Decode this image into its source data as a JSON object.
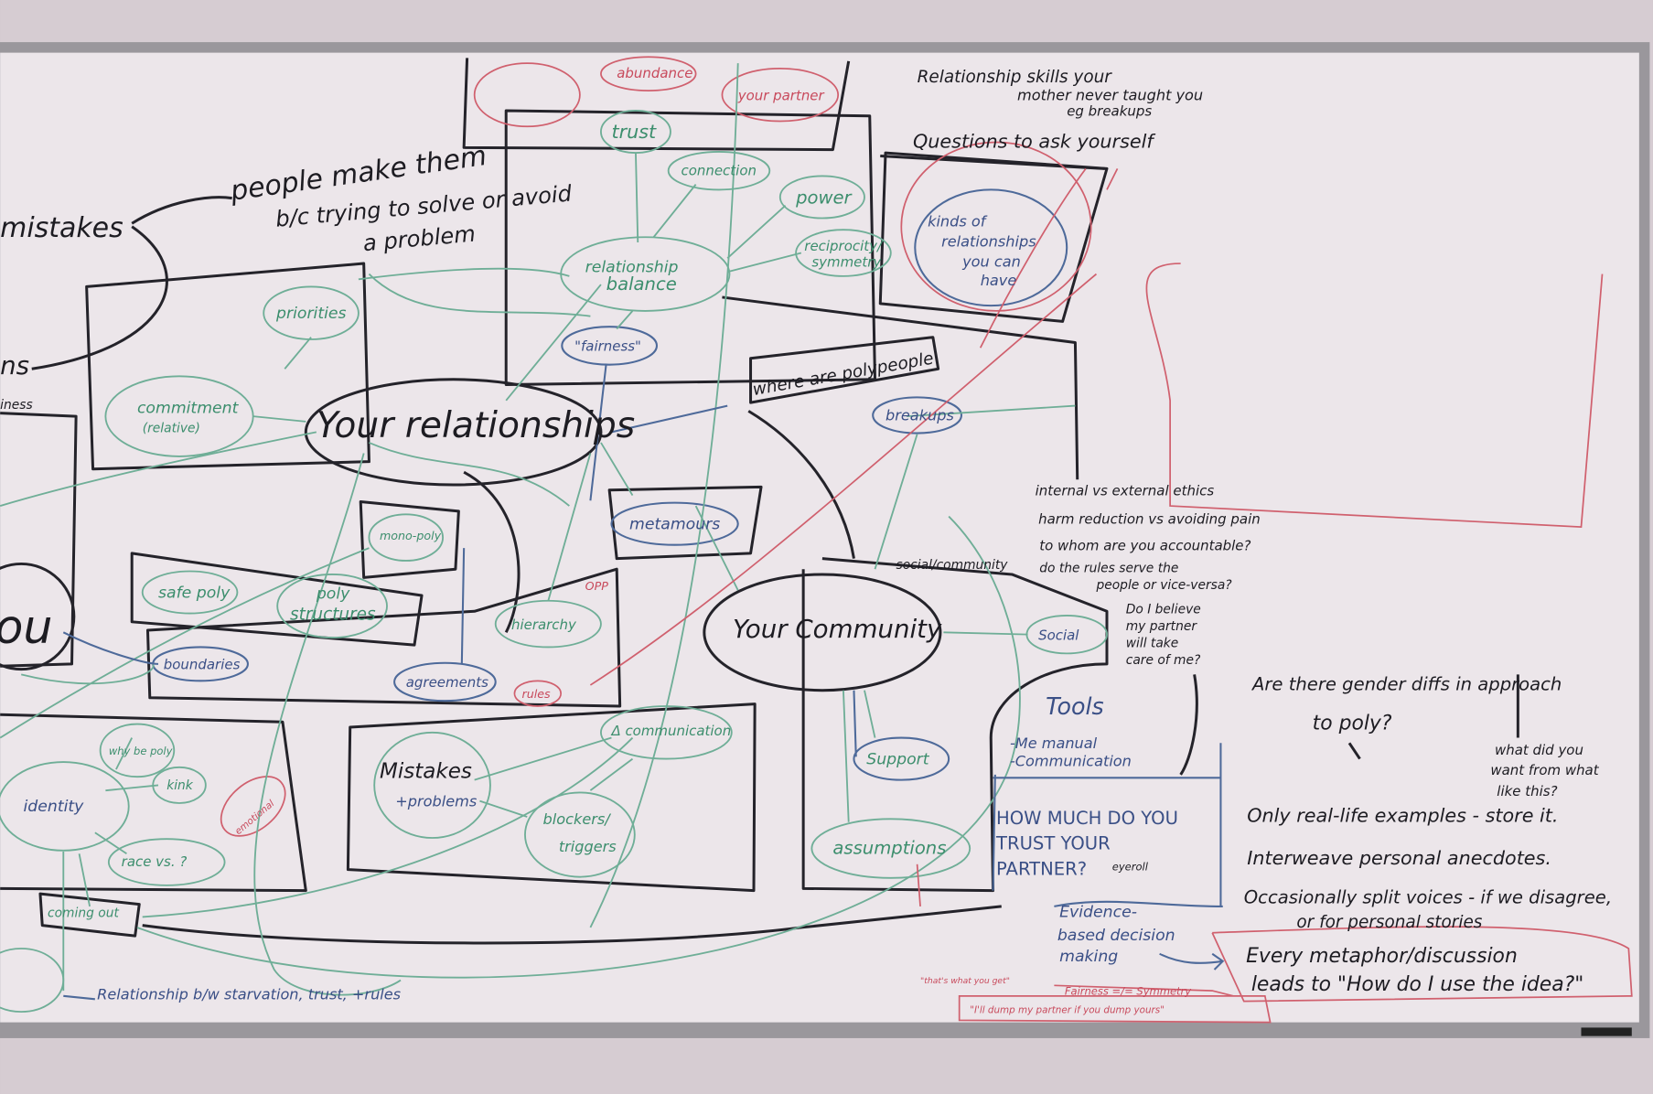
{
  "board": {
    "colors": {
      "surface": "#ece6ea",
      "frame": "#9a979c",
      "black_marker": "#1d1c22",
      "green_marker": "#3c8e6d",
      "blue_marker": "#3a4f86",
      "red_marker": "#c84a5c"
    },
    "top_left": {
      "mistakes": "mistakes",
      "people_make_them": "people make them",
      "trying_to": "b/c trying to solve or avoid",
      "a_problem": "a problem",
      "ns": "ns",
      "iness": "iness",
      "you": "ou"
    },
    "relationships": {
      "title": "Your relationships",
      "abundance": "abundance",
      "your_partner": "your partner",
      "trust": "trust",
      "connection": "connection",
      "power": "power",
      "reciprocity": "reciprocity/",
      "symmetry": "symmetry",
      "balance_1": "relationship",
      "balance_2": "balance",
      "fairness": "\"fairness\"",
      "priorities": "priorities",
      "commitment_1": "commitment",
      "commitment_2": "(relative)",
      "mono_poly": "mono-poly",
      "metamours": "metamours",
      "safe_poly": "safe poly",
      "poly_structures_1": "poly",
      "poly_structures_2": "structures",
      "hierarchy": "hierarchy",
      "opp": "OPP",
      "boundaries": "boundaries",
      "agreements": "agreements",
      "rules": "rules"
    },
    "identity": {
      "identity": "identity",
      "why_poly": "why be poly",
      "kink": "kink",
      "race": "race vs. ?",
      "emotional": "emotional",
      "coming_out": "coming out",
      "relationship_btw": "Relationship b/w starvation, trust, +rules"
    },
    "mistakes_box": {
      "mistakes": "Mistakes",
      "problems": "+problems",
      "change_comm": "Δ communication",
      "blockers": "blockers/",
      "triggers": "triggers"
    },
    "community": {
      "title": "Your Community",
      "social_community": "social/community",
      "social": "Social",
      "support": "Support",
      "assumptions": "assumptions",
      "where_poly": "where are polypeople",
      "breakups": "breakups"
    },
    "questions": {
      "skills_1": "Relationship skills your",
      "skills_2": "mother never taught you",
      "skills_3": "eg breakups",
      "ask": "Questions to ask yourself",
      "kinds_1": "kinds of",
      "kinds_2": "relationships",
      "kinds_3": "you can",
      "kinds_4": "have",
      "ethics": "internal vs external ethics",
      "harm": "harm reduction vs avoiding pain",
      "accountable": "to whom are you accountable?",
      "rules_serve_1": "do the rules serve the",
      "rules_serve_2": "people or vice-versa?",
      "believe_1": "Do I believe",
      "believe_2": "my partner",
      "believe_3": "will take",
      "believe_4": "care of me?",
      "tools": "Tools",
      "me_manual": "-Me manual",
      "communication": "-Communication",
      "trust_1": "HOW MUCH DO YOU",
      "trust_2": "TRUST YOUR",
      "trust_3": "PARTNER?",
      "eyeroll": "eyeroll",
      "evidence_1": "Evidence-",
      "evidence_2": "based decision",
      "evidence_3": "making",
      "fairness_symmetry": "Fairness =/= Symmetry",
      "dump": "\"I'll dump my partner if you dump yours\"",
      "thats_what": "\"that's what you get\""
    },
    "notes": {
      "gender_1": "Are there gender diffs in approach",
      "gender_2": "to poly?",
      "want_1": "what did you",
      "want_2": "want from what",
      "want_3": "like this?",
      "real_life": "Only real-life examples - store it.",
      "interweave": "Interweave personal anecdotes.",
      "split_1": "Occasionally split voices - if we disagree,",
      "split_2": "or for personal stories",
      "metaphor_1": "Every metaphor/discussion",
      "metaphor_2": "leads to \"How do I use the idea?\""
    }
  }
}
